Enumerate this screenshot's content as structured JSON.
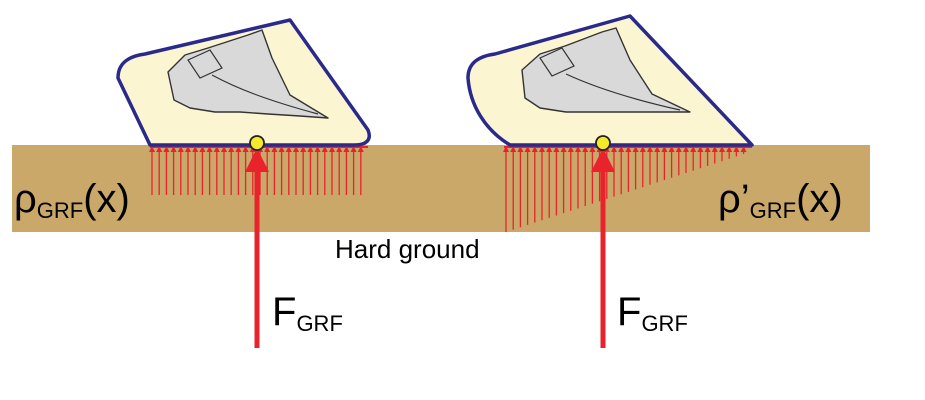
{
  "labels": {
    "left_density": "ρ",
    "left_density_sub": "GRF",
    "left_density_arg": "(x)",
    "right_density": "ρ’",
    "right_density_sub": "GRF",
    "right_density_arg": "(x)",
    "ground": "Hard ground",
    "left_force": "F",
    "left_force_sub": "GRF",
    "right_force": "F",
    "right_force_sub": "GRF"
  },
  "colors": {
    "ground": "#c9a86a",
    "hoof_fill": "#fbf5d2",
    "hoof_outline": "#2a2a8a",
    "bone_fill": "#d9d9d9",
    "bone_outline": "#333333",
    "force": "#e8232b",
    "pressure_line": "#e8232b",
    "contact_point": "#f5ea2a"
  },
  "icons": {
    "left_foot": "hoof-icon",
    "right_foot": "hoof-icon",
    "contact": "yellow-dot-icon"
  }
}
